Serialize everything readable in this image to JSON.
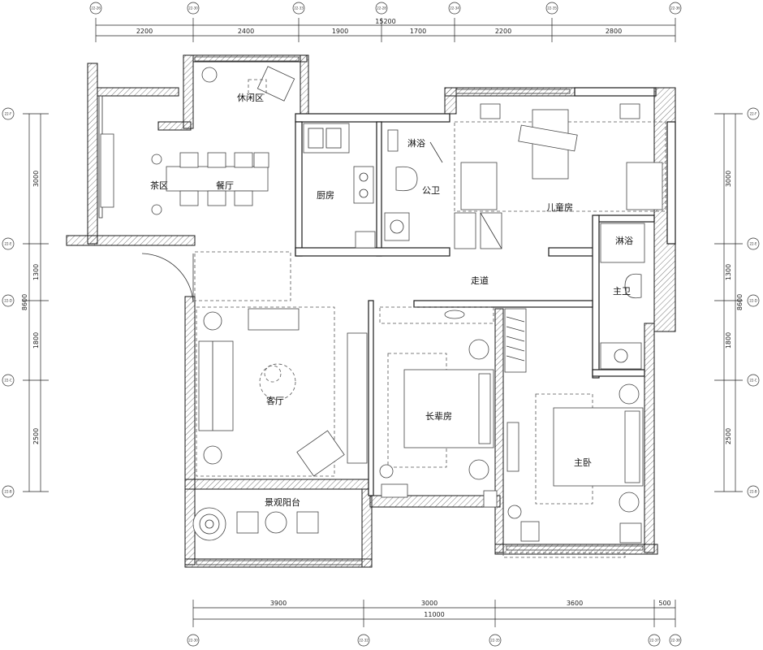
{
  "rooms": {
    "leisure": "休闲区",
    "tea": "茶区",
    "dining": "餐厅",
    "kitchen": "厨房",
    "shower_public": "淋浴",
    "public_bath": "公卫",
    "kids_room": "儿童房",
    "corridor": "走道",
    "shower_master": "淋浴",
    "master_bath": "主卫",
    "living": "客厅",
    "elder_room": "长辈房",
    "master_bedroom": "主卧",
    "balcony": "景观阳台"
  },
  "dims_top": {
    "total": "15200",
    "segments": [
      "2200",
      "2400",
      "1900",
      "1700",
      "2200",
      "2800"
    ]
  },
  "dims_bottom": {
    "total": "11000",
    "segments": [
      "3900",
      "3000",
      "3600",
      "500"
    ]
  },
  "dims_left": {
    "total": "8600",
    "segments": [
      "3000",
      "1300",
      "1800",
      "2500"
    ]
  },
  "dims_right": {
    "total": "8600",
    "segments": [
      "3000",
      "1300",
      "1800",
      "2500"
    ]
  },
  "axis_labels_top": [
    "22-26",
    "22-30",
    "22-33",
    "22-28",
    "22-34",
    "22-35",
    "22-36"
  ],
  "axis_labels_side": [
    "22-F",
    "22-E",
    "22-D",
    "22-C",
    "22-B"
  ],
  "axis_labels_bottom": [
    "22-30",
    "22-32",
    "22-35",
    "22-37",
    "22-38"
  ]
}
